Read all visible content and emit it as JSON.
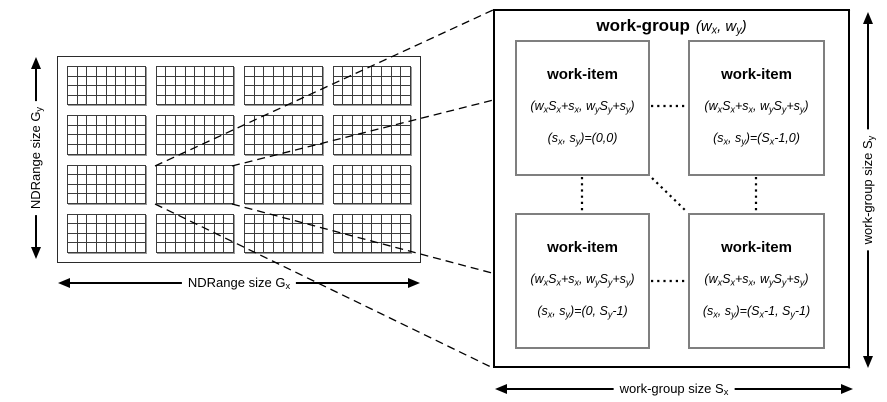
{
  "diagram": {
    "ndrange": {
      "grid": {
        "rows": 4,
        "cols": 4,
        "cell_rows": 4,
        "cell_cols": 8
      },
      "y_axis_label": [
        [
          "NDRange size G"
        ],
        [
          "y",
          1
        ]
      ],
      "x_axis_label": [
        [
          "NDRange size G"
        ],
        [
          "x",
          1
        ]
      ]
    },
    "workgroup": {
      "title_bold": "work-group",
      "title_coords": [
        [
          "(w"
        ],
        [
          "x",
          1
        ],
        [
          ", w"
        ],
        [
          "y",
          1
        ],
        [
          ")"
        ]
      ],
      "x_size_label": [
        [
          "work-group size S"
        ],
        [
          "x",
          1
        ]
      ],
      "y_size_label": [
        [
          "work-group size S"
        ],
        [
          "y",
          1
        ]
      ],
      "work_items": [
        {
          "title": "work-item",
          "global_id": [
            [
              "(w"
            ],
            [
              "x",
              1
            ],
            [
              "S"
            ],
            [
              "x",
              1
            ],
            [
              "+s"
            ],
            [
              "x",
              1
            ],
            [
              ", w"
            ],
            [
              "y",
              1
            ],
            [
              "S"
            ],
            [
              "y",
              1
            ],
            [
              "+s"
            ],
            [
              "y",
              1
            ],
            [
              ")"
            ]
          ],
          "local_id": [
            [
              "(s"
            ],
            [
              "x",
              1
            ],
            [
              ", s"
            ],
            [
              "y",
              1
            ],
            [
              ")=(0,0)"
            ]
          ]
        },
        {
          "title": "work-item",
          "global_id": [
            [
              "(w"
            ],
            [
              "x",
              1
            ],
            [
              "S"
            ],
            [
              "x",
              1
            ],
            [
              "+s"
            ],
            [
              "x",
              1
            ],
            [
              ", w"
            ],
            [
              "y",
              1
            ],
            [
              "S"
            ],
            [
              "y",
              1
            ],
            [
              "+s"
            ],
            [
              "y",
              1
            ],
            [
              ")"
            ]
          ],
          "local_id": [
            [
              "(s"
            ],
            [
              "x",
              1
            ],
            [
              ", s"
            ],
            [
              "y",
              1
            ],
            [
              ")=(S"
            ],
            [
              "x",
              1
            ],
            [
              "-1,0)"
            ]
          ]
        },
        {
          "title": "work-item",
          "global_id": [
            [
              "(w"
            ],
            [
              "x",
              1
            ],
            [
              "S"
            ],
            [
              "x",
              1
            ],
            [
              "+s"
            ],
            [
              "x",
              1
            ],
            [
              ", w"
            ],
            [
              "y",
              1
            ],
            [
              "S"
            ],
            [
              "y",
              1
            ],
            [
              "+s"
            ],
            [
              "y",
              1
            ],
            [
              ")"
            ]
          ],
          "local_id": [
            [
              "(s"
            ],
            [
              "x",
              1
            ],
            [
              ", s"
            ],
            [
              "y",
              1
            ],
            [
              ")=(0, S"
            ],
            [
              "y",
              1
            ],
            [
              "-1)"
            ]
          ]
        },
        {
          "title": "work-item",
          "global_id": [
            [
              "(w"
            ],
            [
              "x",
              1
            ],
            [
              "S"
            ],
            [
              "x",
              1
            ],
            [
              "+s"
            ],
            [
              "x",
              1
            ],
            [
              ", w"
            ],
            [
              "y",
              1
            ],
            [
              "S"
            ],
            [
              "y",
              1
            ],
            [
              "+s"
            ],
            [
              "y",
              1
            ],
            [
              ")"
            ]
          ],
          "local_id": [
            [
              "(s"
            ],
            [
              "x",
              1
            ],
            [
              ", s"
            ],
            [
              "y",
              1
            ],
            [
              ")=(S"
            ],
            [
              "x",
              1
            ],
            [
              "-1, S"
            ],
            [
              "y",
              1
            ],
            [
              "-1)"
            ]
          ]
        }
      ]
    },
    "colors": {
      "line": "#000000",
      "item_border": "#7f7f7f",
      "grid_line": "#3c3c3c"
    }
  }
}
